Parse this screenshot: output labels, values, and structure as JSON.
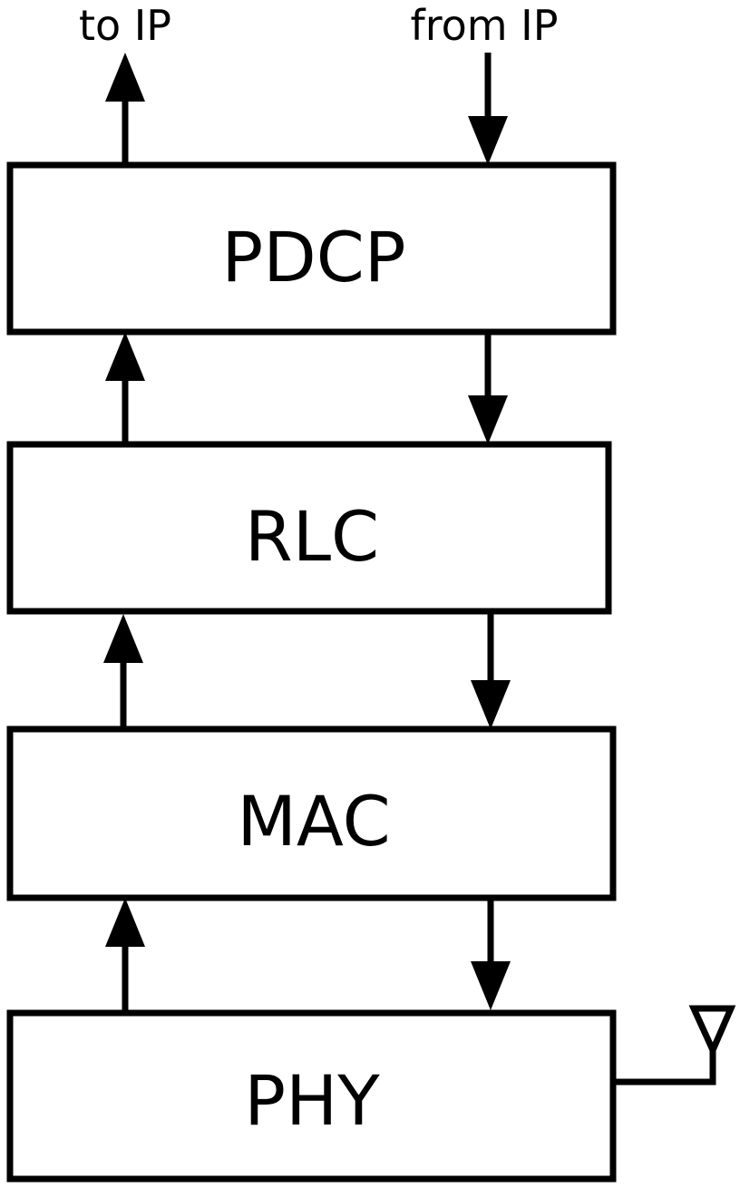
{
  "labels": {
    "to_ip": "to IP",
    "from_ip": "from IP"
  },
  "layers": [
    {
      "id": "pdcp",
      "label": "PDCP"
    },
    {
      "id": "rlc",
      "label": "RLC"
    },
    {
      "id": "mac",
      "label": "MAC"
    },
    {
      "id": "phy",
      "label": "PHY"
    }
  ],
  "icons": {
    "antenna": "antenna-icon"
  }
}
